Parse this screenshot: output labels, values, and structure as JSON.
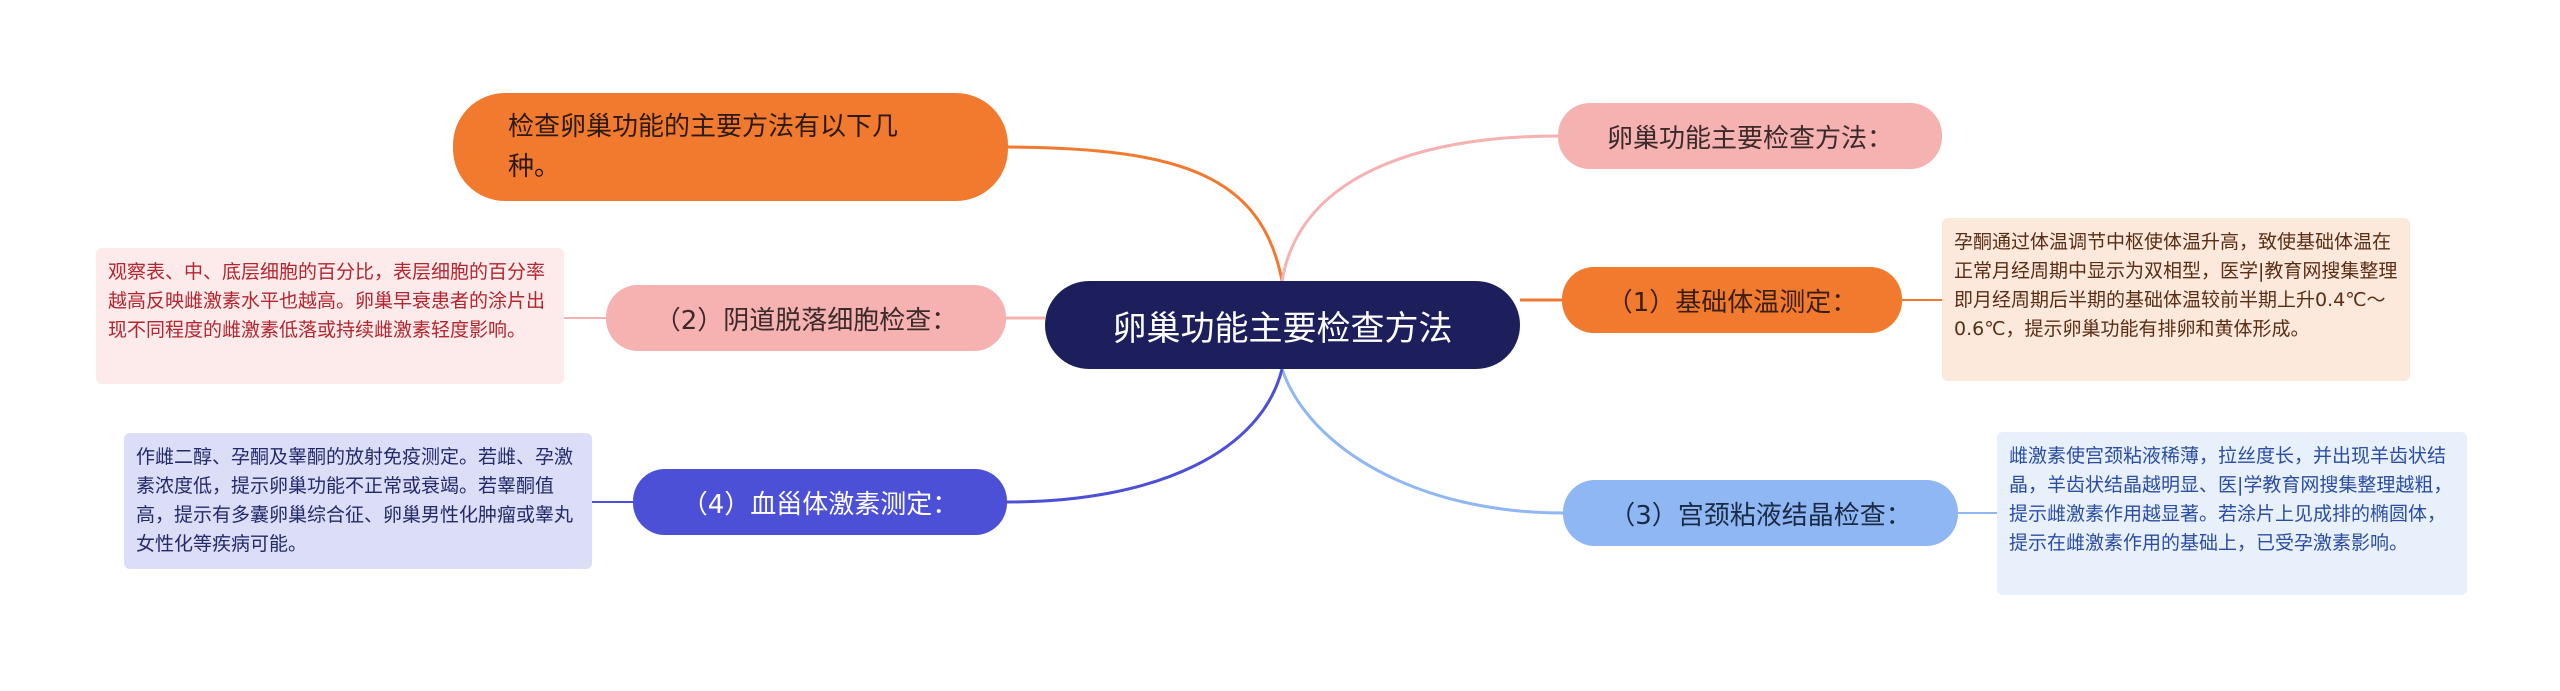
{
  "colors": {
    "root": "#1c1f5c",
    "orange": "#f27a2f",
    "pink": "#f6b1b1",
    "blue_light": "#8fb7f3",
    "blue_dark": "#4c50d6"
  },
  "root": {
    "text": "卵巢功能主要检查方法"
  },
  "intro": {
    "text": "检查卵巢功能的主要方法有以下几种。"
  },
  "branches": {
    "methods_title": "卵巢功能主要检查方法：",
    "bbt": {
      "label": "（1）基础体温测定：",
      "detail": "孕酮通过体温调节中枢使体温升高，致使基础体温在正常月经周期中显示为双相型，医学|教育网搜集整理即月经周期后半期的基础体温较前半期上升0.4℃～0.6℃，提示卵巢功能有排卵和黄体形成。"
    },
    "cervical": {
      "label": "（3）宫颈粘液结晶检查：",
      "detail": "雌激素使宫颈粘液稀薄，拉丝度长，并出现羊齿状结晶，羊齿状结晶越明显、医|学教育网搜集整理越粗，提示雌激素作用越显著。若涂片上见成排的椭圆体，提示在雌激素作用的基础上，已受孕激素影响。"
    },
    "vaginal": {
      "label": "（2）阴道脱落细胞检查：",
      "detail": "观察表、中、底层细胞的百分比，表层细胞的百分率越高反映雌激素水平也越高。卵巢早衰患者的涂片出现不同程度的雌激素低落或持续雌激素轻度影响。"
    },
    "steroid": {
      "label": "（4）血甾体激素测定：",
      "detail": "作雌二醇、孕酮及睾酮的放射免疫测定。若雌、孕激素浓度低，提示卵巢功能不正常或衰竭。若睾酮值高，提示有多囊卵巢综合征、卵巢男性化肿瘤或睾丸女性化等疾病可能。"
    }
  }
}
